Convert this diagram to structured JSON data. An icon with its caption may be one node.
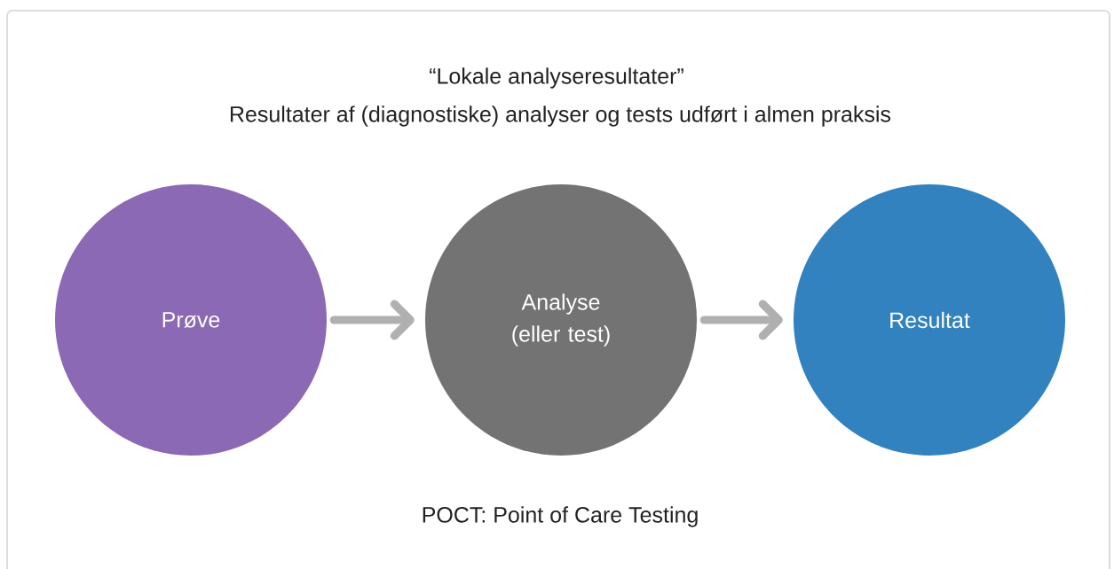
{
  "diagram": {
    "title": "“Lokale analyseresultater”",
    "nodes": [
      {
        "text": [
          "Prøve"
        ]
      },
      {
        "text": [
          "Analyse (eller test)"
        ]
      },
      {
        "text": [
          "Resultat"
        ]
      }
    ],
    "edges": [
      {
        "from": 0,
        "to": 1,
        "arrow": "to"
      },
      {
        "from": 1,
        "to": 2,
        "arrow": "to"
      }
    ],
    "labels": [
      "Resultater af (diagnostiske) analyser og tests udført i almen praksis",
      "POCT: Point of Care Testing"
    ]
  }
}
